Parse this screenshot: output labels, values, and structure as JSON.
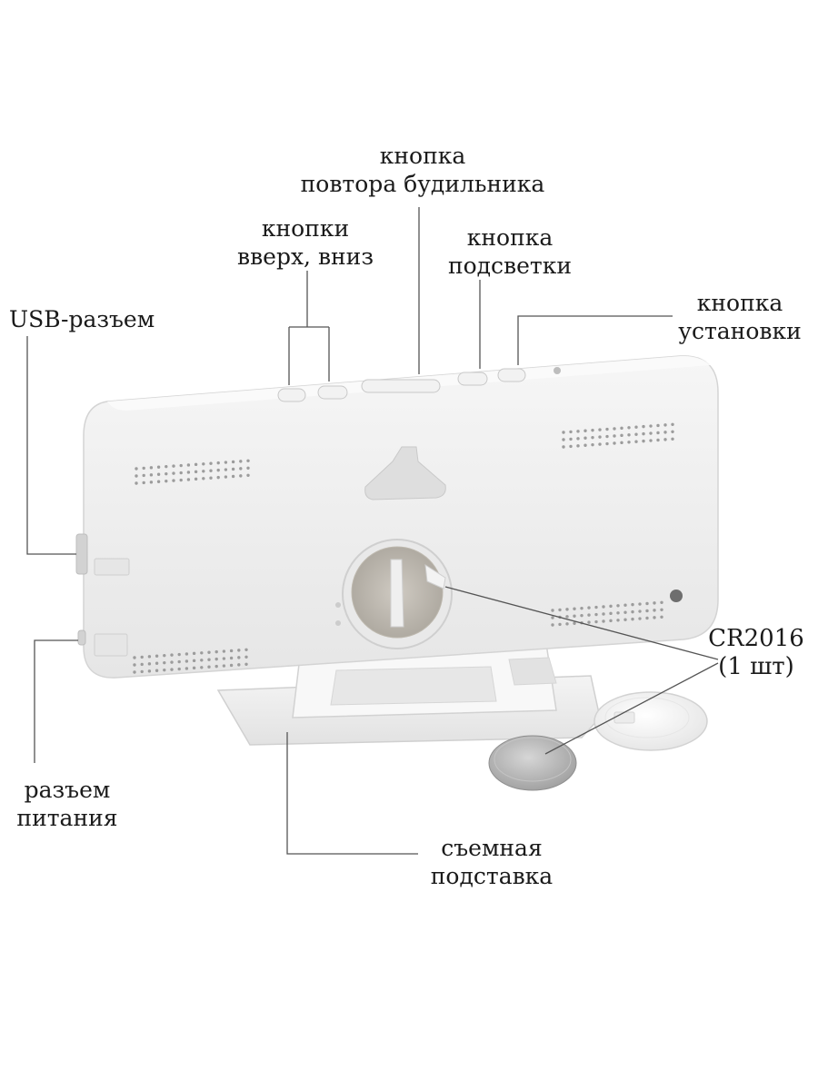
{
  "labels": {
    "snooze": {
      "line1": "кнопка",
      "line2": "повтора будильника"
    },
    "updown": {
      "line1": "кнопки",
      "line2": "вверх, вниз"
    },
    "backlight": {
      "line1": "кнопка",
      "line2": "подсветки"
    },
    "usb": {
      "line1": "USB-разъем"
    },
    "setup": {
      "line1": "кнопка",
      "line2": "установки"
    },
    "battery": {
      "line1": "CR2016",
      "line2": "(1 шт)"
    },
    "power": {
      "line1": "разъем",
      "line2": "питания"
    },
    "stand": {
      "line1": "съемная",
      "line2": "подставка"
    }
  },
  "colors": {
    "body": "#eeeeee",
    "body_shade": "#dcdcdc",
    "leader_line": "#555555",
    "coin": "#b9b9b9",
    "background": "#ffffff"
  }
}
